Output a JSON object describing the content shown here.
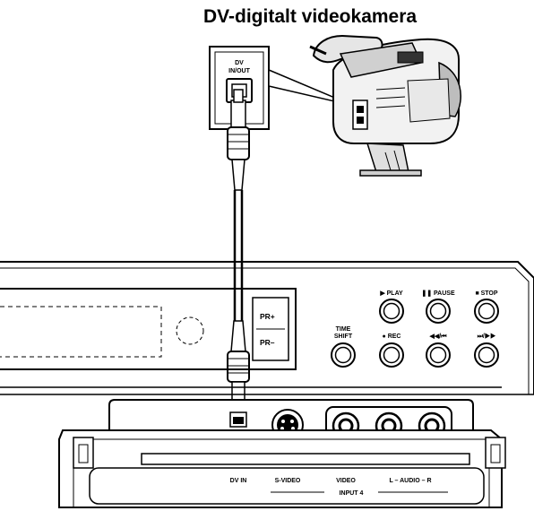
{
  "title": "DV-digitalt videokamera",
  "camera": {
    "port_label_line1": "DV",
    "port_label_line2": "IN/OUT"
  },
  "recorder": {
    "channel_up": "PR+",
    "channel_down": "PR–",
    "time_shift_line1": "TIME",
    "time_shift_line2": "SHIFT",
    "buttons": [
      {
        "label": "▶ PLAY",
        "name": "play-button"
      },
      {
        "label": "❚❚ PAUSE",
        "name": "pause-button"
      },
      {
        "label": "■ STOP",
        "name": "stop-button"
      },
      {
        "label": "● REC",
        "name": "rec-button"
      },
      {
        "label": "◀◀/⏮",
        "name": "rewind-skip-button"
      },
      {
        "label": "⏭/▶▶",
        "name": "forward-skip-button"
      }
    ],
    "inputs": {
      "dv_in": "DV IN",
      "s_video": "S-VIDEO",
      "video": "VIDEO",
      "audio": "L – AUDIO – R",
      "group": "INPUT 4"
    }
  }
}
